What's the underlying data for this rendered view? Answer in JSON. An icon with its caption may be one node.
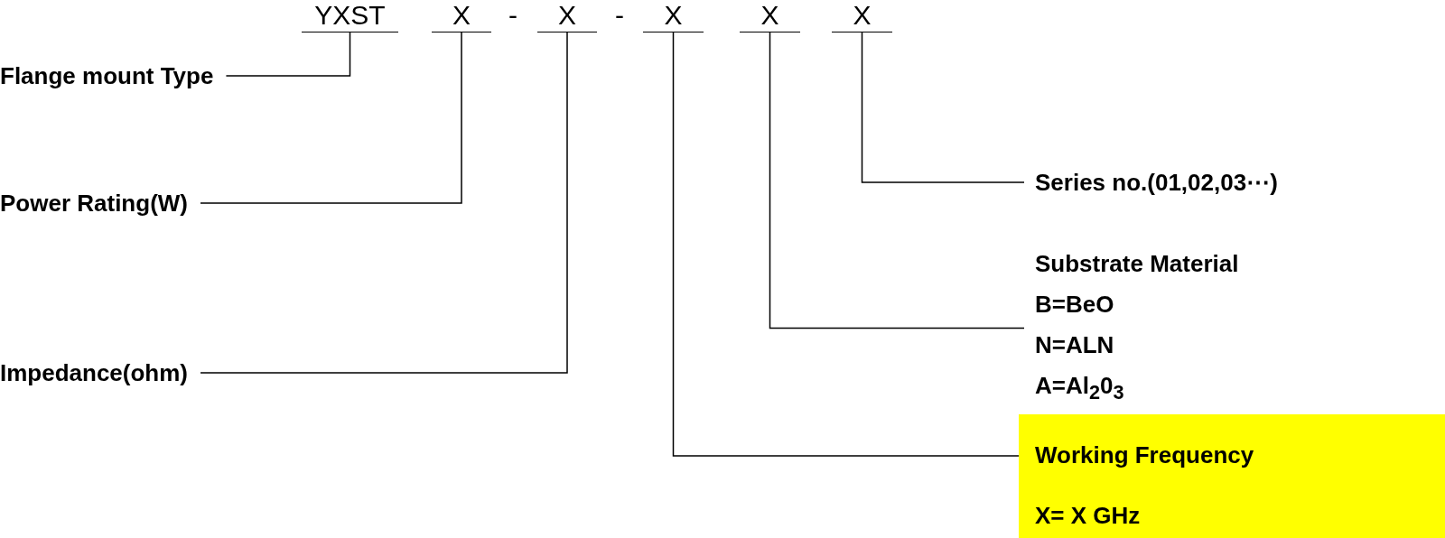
{
  "diagram": {
    "nodes": [
      {
        "text": [
          "YXST"
        ]
      },
      {
        "text": [
          "X"
        ]
      },
      {
        "text": [
          "X"
        ]
      },
      {
        "text": [
          "X"
        ]
      },
      {
        "text": [
          "X"
        ]
      },
      {
        "text": [
          "X"
        ]
      },
      {
        "text": [
          "Flange mount Type"
        ]
      },
      {
        "text": [
          "Power Rating(W)"
        ]
      },
      {
        "text": [
          "Impedance(ohm)"
        ]
      },
      {
        "text": [
          "Series no.(01,02,03⋯)"
        ]
      },
      {
        "text": [
          "Substrate Material",
          "B=BeO",
          "N=ALN",
          "A=Al$_{2}$0$_{3}$"
        ]
      },
      {
        "text": [
          "Working Frequency",
          "X= X GHz"
        ]
      }
    ],
    "edges": [
      {
        "from": 0,
        "to": 6,
        "arrow": "none"
      },
      {
        "from": 1,
        "to": 7,
        "arrow": "none"
      },
      {
        "from": 2,
        "to": 8,
        "arrow": "none"
      },
      {
        "from": 3,
        "to": 11,
        "arrow": "none"
      },
      {
        "from": 4,
        "to": 10,
        "arrow": "none"
      },
      {
        "from": 5,
        "to": 9,
        "arrow": "none"
      }
    ],
    "labels": [
      "-",
      "-"
    ]
  }
}
